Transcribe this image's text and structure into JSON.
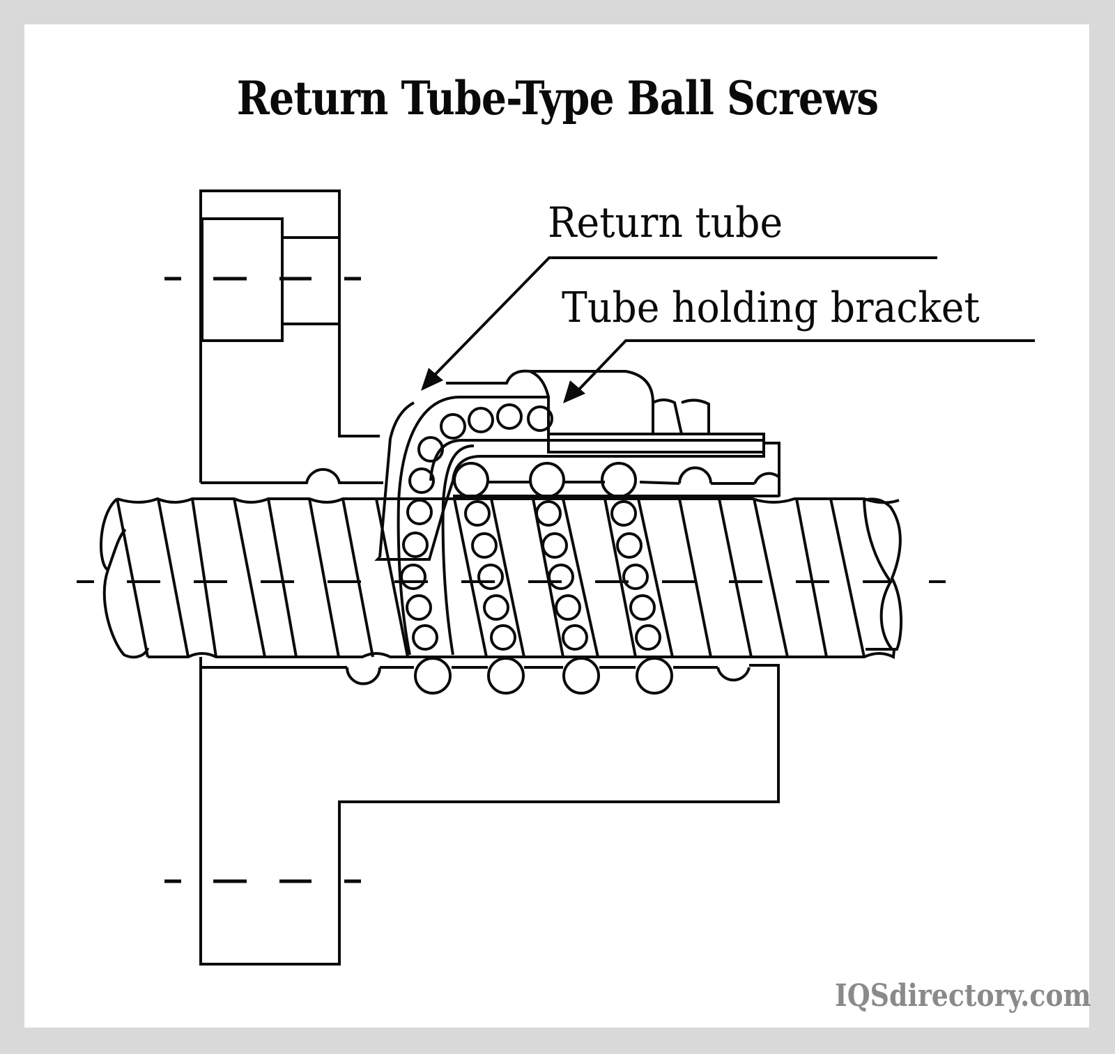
{
  "title": "Return Tube-Type Ball Screws",
  "labels": {
    "return_tube": "Return tube",
    "tube_holding_bracket": "Tube holding bracket"
  },
  "watermark": "IQSdirectory.com",
  "colors": {
    "frame": "#d9d9d9",
    "background": "#ffffff",
    "ink": "#0a0a0a",
    "watermark": "#8a8a8a"
  },
  "diagram": {
    "components": [
      "flange-upper",
      "flange-lower",
      "nut-body",
      "screw-shaft",
      "return-tube",
      "tube-holding-bracket",
      "balls",
      "centerlines"
    ],
    "ball_circuits_visible": 4
  }
}
